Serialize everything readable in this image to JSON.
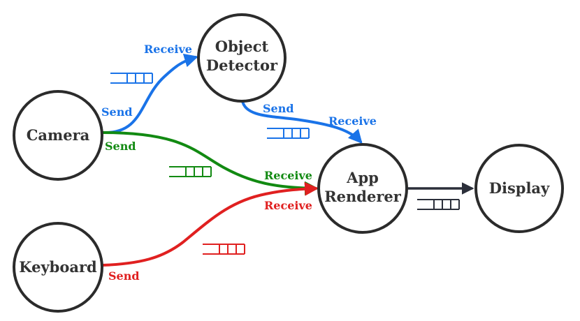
{
  "colors": {
    "blue": "#1a73e8",
    "green": "#128a12",
    "red": "#e02020",
    "dark": "#2b2f3a",
    "node_stroke": "#2b2b2b",
    "node_text": "#333333"
  },
  "nodes": {
    "camera": "Camera",
    "object_detector_line1": "Object",
    "object_detector_line2": "Detector",
    "keyboard": "Keyboard",
    "app_renderer_line1": "App",
    "app_renderer_line2": "Renderer",
    "display": "Display"
  },
  "edges": {
    "camera_to_detector": {
      "send": "Send",
      "receive": "Receive"
    },
    "detector_to_renderer": {
      "send": "Send",
      "receive": "Receive"
    },
    "camera_to_renderer": {
      "send": "Send",
      "receive": "Receive"
    },
    "keyboard_to_renderer": {
      "send": "Send",
      "receive": "Receive"
    }
  },
  "icons": [
    "queue-icon"
  ]
}
